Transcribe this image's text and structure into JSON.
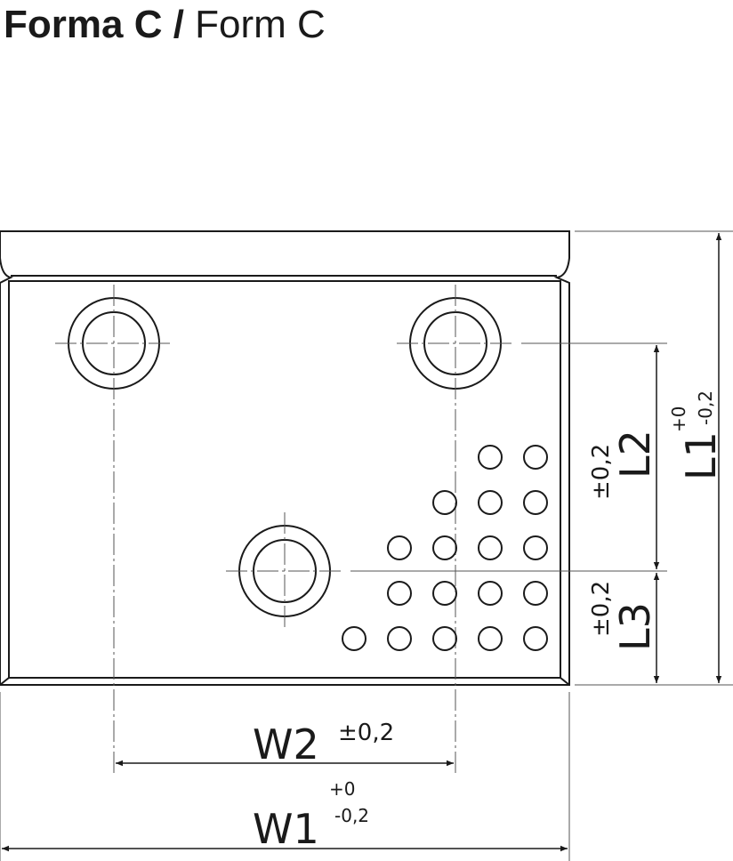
{
  "title": {
    "bold_part": "Forma C /",
    "light_part": "Form C"
  },
  "dimensions": {
    "w1": {
      "label": "W1",
      "tol_upper": "+0",
      "tol_lower": "-0,2"
    },
    "w2": {
      "label": "W2",
      "tol": "±0,2"
    },
    "l1": {
      "label": "L1",
      "tol_upper": "+0",
      "tol_lower": "-0,2"
    },
    "l2": {
      "label": "L2",
      "tol": "±0,2"
    },
    "l3": {
      "label": "L3",
      "tol": "±0,2"
    }
  },
  "colors": {
    "line": "#1a1a1a",
    "thin": "#444444"
  }
}
